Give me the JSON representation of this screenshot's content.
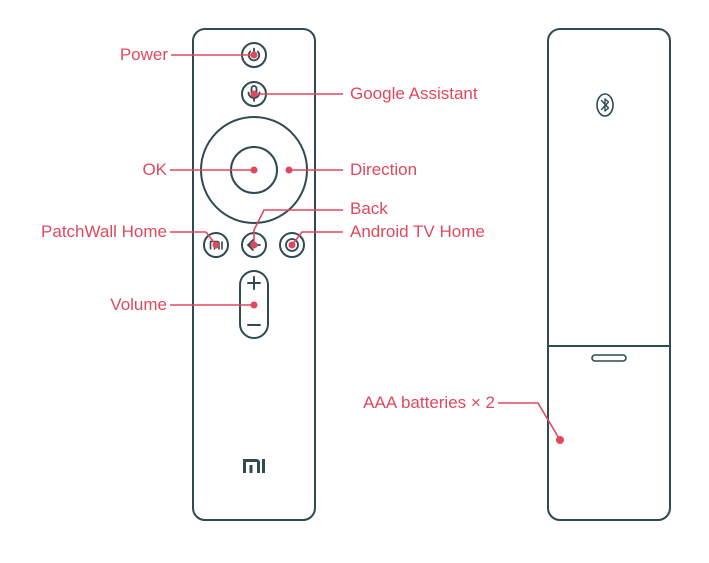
{
  "colors": {
    "accent": "#e0485e",
    "outline": "#2f4a52",
    "background": "#ffffff"
  },
  "remote": {
    "logo_icon": "mi-logo-icon",
    "bluetooth_icon": "bluetooth-icon"
  },
  "labels": {
    "power": "Power",
    "google_assistant": "Google Assistant",
    "ok": "OK",
    "direction": "Direction",
    "back": "Back",
    "patchwall_home": "PatchWall Home",
    "android_tv_home": "Android TV Home",
    "volume": "Volume",
    "batteries": "AAA batteries × 2"
  }
}
